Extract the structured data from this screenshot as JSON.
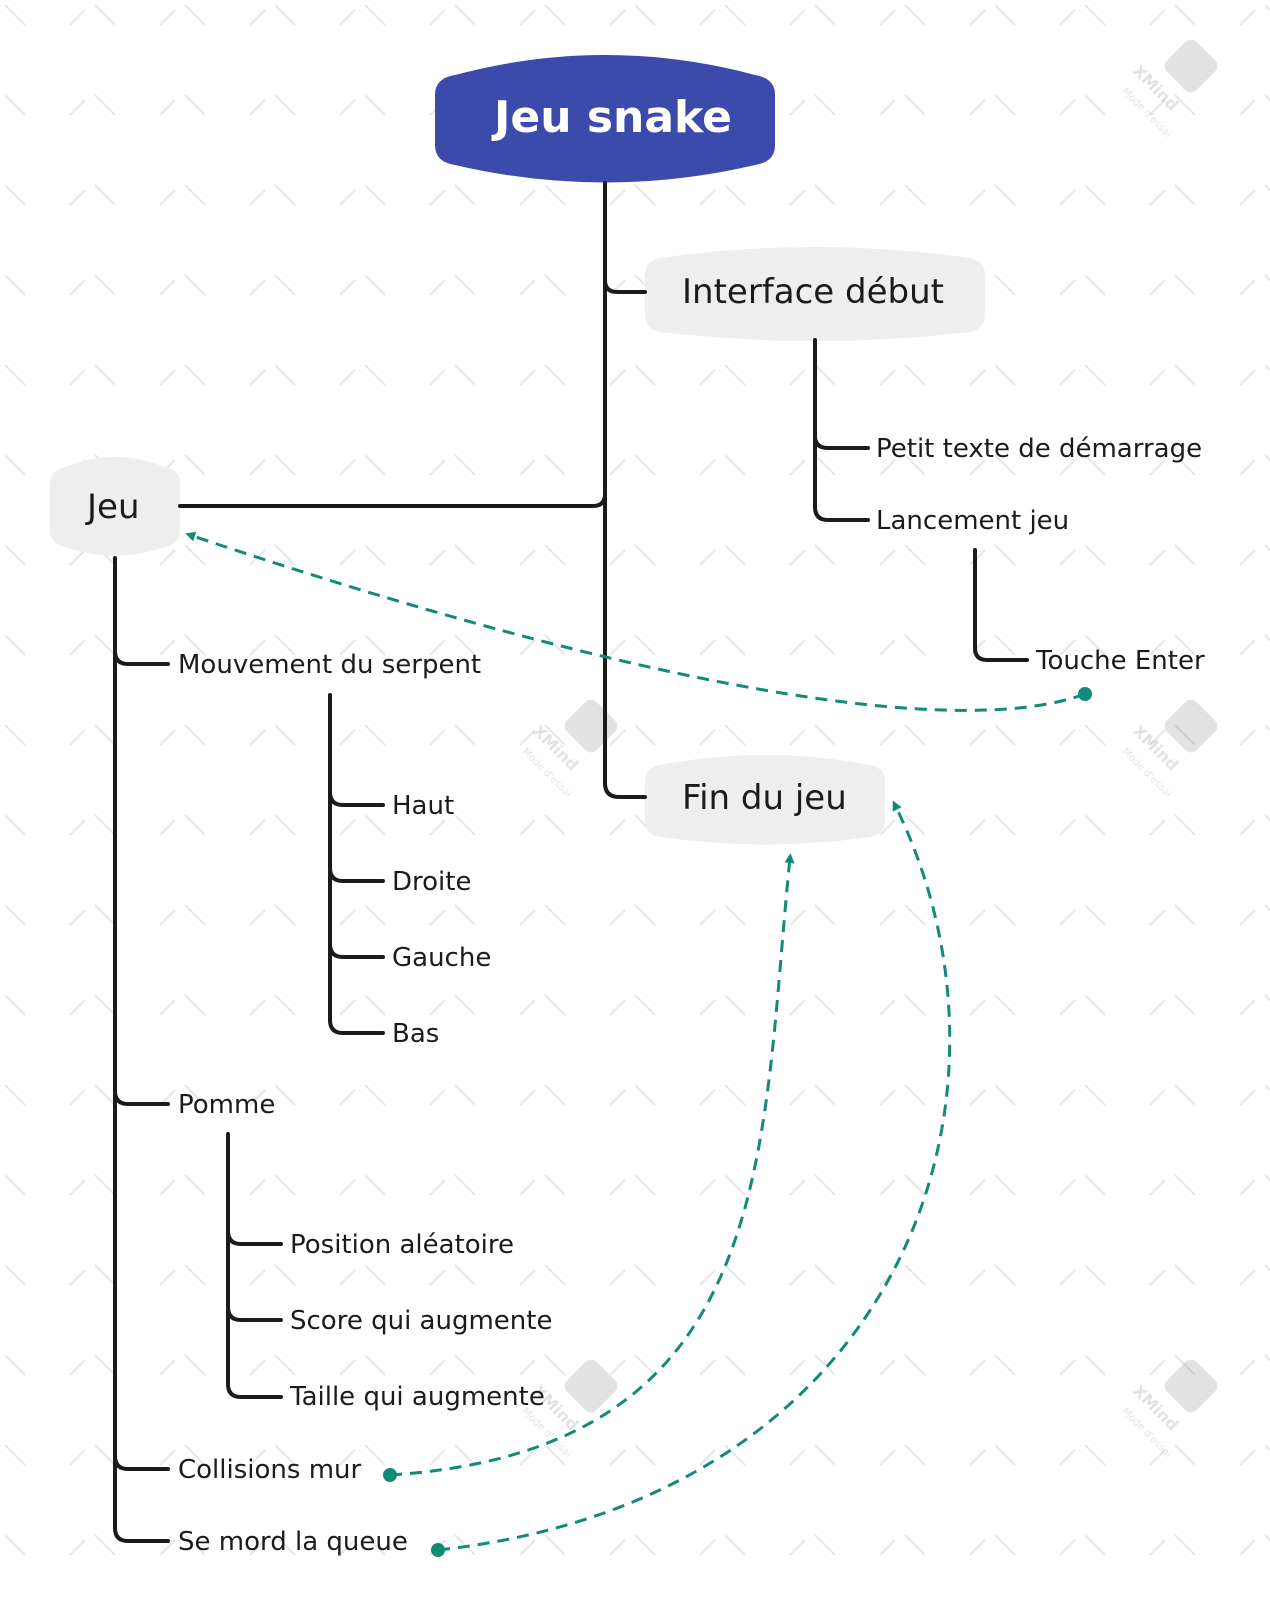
{
  "root": {
    "label": "Jeu snake",
    "color": "#3b4aab"
  },
  "topics": {
    "interface": {
      "label": "Interface début"
    },
    "jeu": {
      "label": "Jeu"
    },
    "fin": {
      "label": "Fin du jeu"
    }
  },
  "subtopics": {
    "petit_texte": "Petit texte de démarrage",
    "lancement": "Lancement jeu",
    "touche_enter": "Touche Enter",
    "mouvement": "Mouvement du serpent",
    "haut": "Haut",
    "droite": "Droite",
    "gauche": "Gauche",
    "bas": "Bas",
    "pomme": "Pomme",
    "position": "Position aléatoire",
    "score": "Score qui augmente",
    "taille": "Taille qui augmente",
    "collisions": "Collisions mur",
    "mord": "Se mord la queue"
  },
  "relationships": [
    {
      "from": "Touche Enter",
      "to": "Jeu"
    },
    {
      "from": "Collisions mur",
      "to": "Fin du jeu"
    },
    {
      "from": "Se mord la queue",
      "to": "Fin du jeu"
    }
  ],
  "colors": {
    "topic_fill": "#eeeeee",
    "connector": "#1b1b1b",
    "relationship": "#128a78"
  },
  "watermark": {
    "brand": "XMind",
    "note": "Mode d'essai"
  }
}
